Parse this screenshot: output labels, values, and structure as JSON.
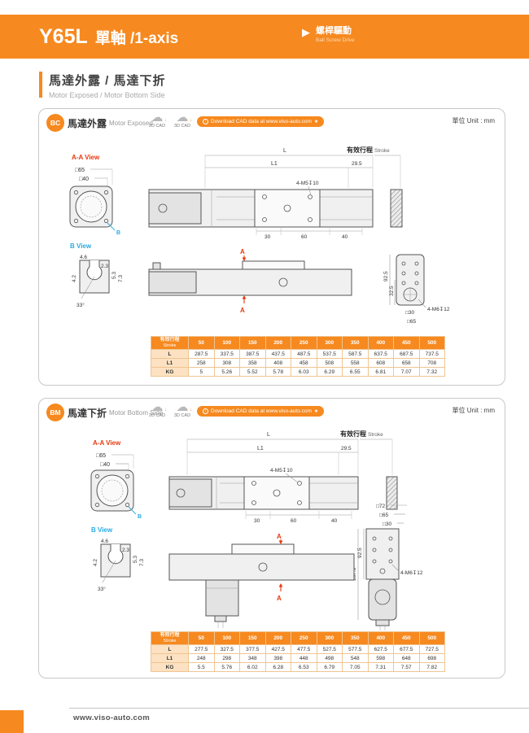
{
  "header": {
    "model": "Y65L",
    "subtitle": "單軸 /1-axis",
    "drive_cn": "螺桿驅動",
    "drive_en": "Ball Screw Drive"
  },
  "section": {
    "title": "馬達外露 / 馬達下折",
    "subtitle": "Motor Exposed / Motor Bottom Side"
  },
  "icons": {
    "triangle": "▶",
    "cloud": "☁",
    "down_arrow": "↓",
    "star": "★"
  },
  "footer": {
    "url": "www.viso-auto.com"
  },
  "panels": [
    {
      "badge": "BC",
      "name_cn": "馬達外露",
      "name_en": "Motor Exposed",
      "cad2d": "2D CAD",
      "cad3d": "3D CAD",
      "download": "Download CAD data at www.viso-auto.com",
      "unit": "單位 Unit : mm",
      "labels": {
        "aa_view": "A-A View",
        "b_view": "B View",
        "b": "B",
        "sq65": "□65",
        "sq40": "□40",
        "d46": "4.6",
        "d23": "2.3",
        "d42": "4.2",
        "d53": "5.3",
        "d73": "7.3",
        "ang": "33°",
        "L": "L",
        "L1": "L1",
        "d295": "29.5",
        "m5": "4-M5↧10",
        "stroke_cn": "有效行程",
        "stroke_en": "Stroke",
        "d30": "30",
        "d60": "60",
        "d40": "40",
        "a": "A",
        "d925": "92.5",
        "d325": "32.5",
        "sq30": "□30",
        "sq65_2": "□65",
        "m6": "4-M6↧12"
      },
      "table": {
        "header_cn": "有效行程",
        "header_en": "Stroke",
        "strokes": [
          "50",
          "100",
          "150",
          "200",
          "250",
          "300",
          "350",
          "400",
          "450",
          "500"
        ],
        "rows": [
          {
            "label": "L",
            "values": [
              "287.5",
              "337.5",
              "387.5",
              "437.5",
              "487.5",
              "537.5",
              "587.5",
              "637.5",
              "687.5",
              "737.5"
            ]
          },
          {
            "label": "L1",
            "values": [
              "258",
              "308",
              "358",
              "408",
              "458",
              "508",
              "558",
              "608",
              "658",
              "708"
            ]
          },
          {
            "label": "KG",
            "values": [
              "5",
              "5.26",
              "5.52",
              "5.78",
              "6.03",
              "6.29",
              "6.55",
              "6.81",
              "7.07",
              "7.32"
            ]
          }
        ]
      }
    },
    {
      "badge": "BM",
      "name_cn": "馬達下折",
      "name_en": "Motor Bottom Side",
      "cad2d": "2D CAD",
      "cad3d": "3D CAD",
      "download": "Download CAD data at www.viso-auto.com",
      "unit": "單位 Unit : mm",
      "labels": {
        "aa_view": "A-A View",
        "b_view": "B View",
        "b": "B",
        "sq65": "□65",
        "sq40": "□40",
        "d46": "4.6",
        "d23": "2.3",
        "d42": "4.2",
        "d53": "5.3",
        "d73": "7.3",
        "ang": "33°",
        "L": "L",
        "L1": "L1",
        "d295": "29.5",
        "m5": "4-M5↧10",
        "stroke_cn": "有效行程",
        "stroke_en": "Stroke",
        "d30": "30",
        "d60": "60",
        "d40": "40",
        "a": "A",
        "d925": "92.5",
        "d1676": "167.6",
        "sq72": "□72",
        "sq65_2": "□65",
        "sq30": "□30",
        "m6": "4-M6↧12"
      },
      "table": {
        "header_cn": "有效行程",
        "header_en": "Stroke",
        "strokes": [
          "50",
          "100",
          "150",
          "200",
          "250",
          "300",
          "350",
          "400",
          "450",
          "500"
        ],
        "rows": [
          {
            "label": "L",
            "values": [
              "277.5",
              "327.5",
              "377.5",
              "427.5",
              "477.5",
              "527.5",
              "577.5",
              "627.5",
              "677.5",
              "727.5"
            ]
          },
          {
            "label": "L1",
            "values": [
              "248",
              "298",
              "348",
              "398",
              "448",
              "498",
              "548",
              "598",
              "648",
              "698"
            ]
          },
          {
            "label": "KG",
            "values": [
              "5.5",
              "5.76",
              "6.02",
              "6.28",
              "6.53",
              "6.79",
              "7.05",
              "7.31",
              "7.57",
              "7.82"
            ]
          }
        ]
      }
    }
  ]
}
